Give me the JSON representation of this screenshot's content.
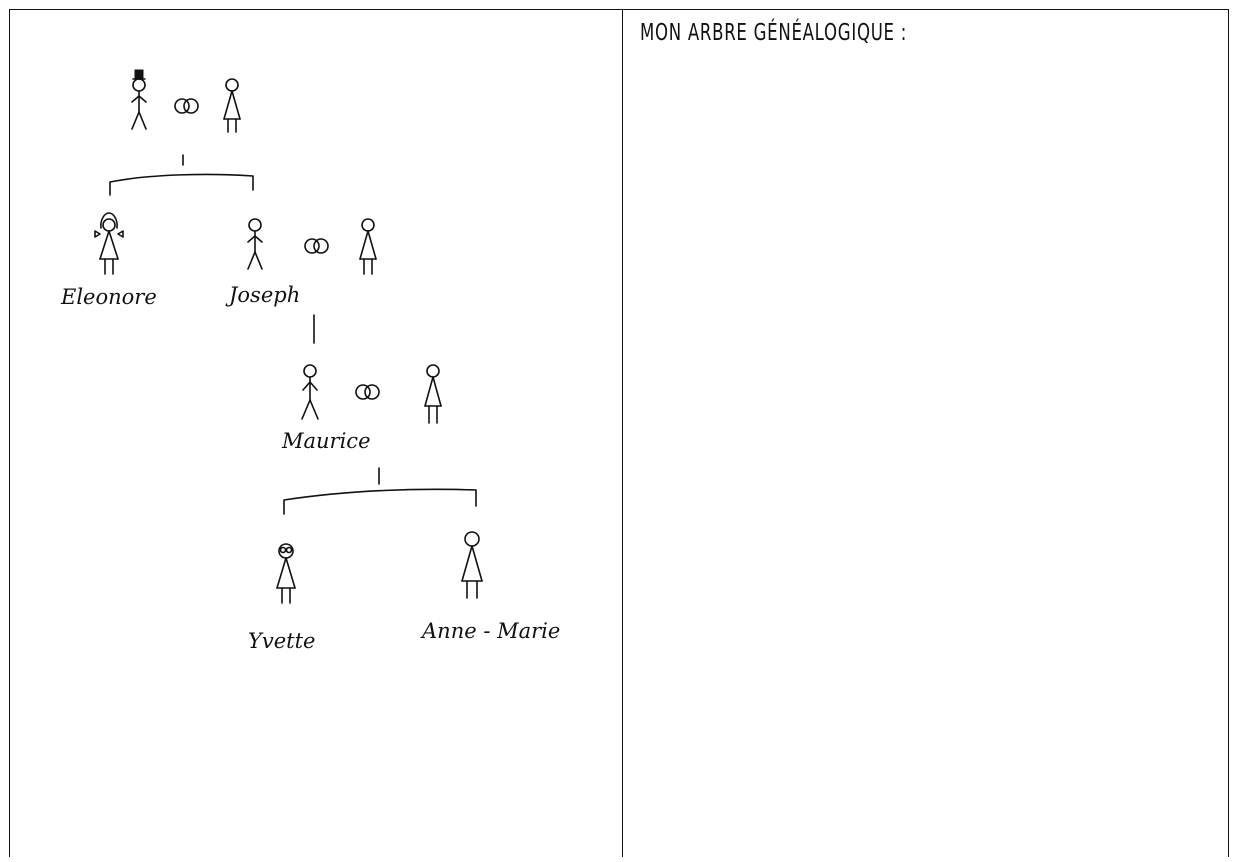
{
  "worksheet": {
    "title": "MON ARBRE GÉNÉALOGIQUE :"
  },
  "family_tree": {
    "members": {
      "eleonore": "Eleonore",
      "joseph": "Joseph",
      "maurice": "Maurice",
      "yvette": "Yvette",
      "anne_marie": "Anne - Marie"
    }
  },
  "icons": {
    "marriage": "wedding-rings-icon",
    "man": "stick-figure-man-icon",
    "woman": "stick-figure-woman-icon"
  }
}
